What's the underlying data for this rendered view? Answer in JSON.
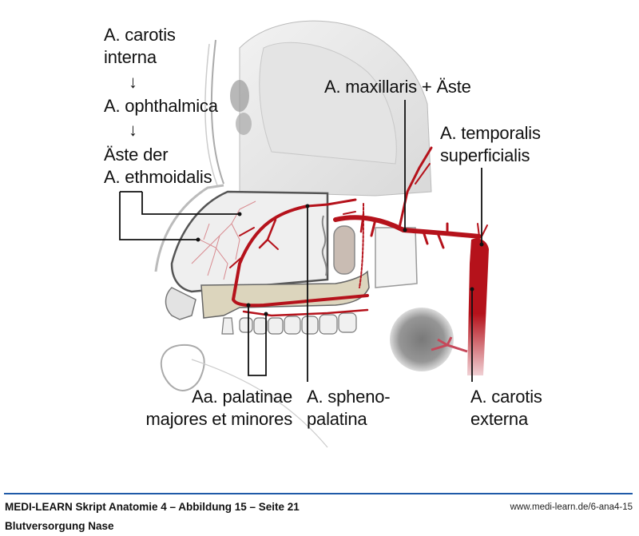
{
  "figure": {
    "subject": "Blood supply of the nose (sagittal section)",
    "artery_color": "#b5121b",
    "labels": {
      "carotis_interna_chain": {
        "line1": "A. carotis",
        "line2": "interna",
        "arrow1": "↓",
        "line3": "A. ophthalmica",
        "arrow2": "↓",
        "line4": "Äste der",
        "line5": "A. ethmoidalis"
      },
      "maxillaris": "A. maxillaris + Äste",
      "temporalis": {
        "line1": "A. temporalis",
        "line2": "superficialis"
      },
      "palatinae": {
        "line1": "Aa. palatinae",
        "line2": "majores et minores"
      },
      "sphenopalatina": {
        "line1": "A. spheno-",
        "line2": "palatina"
      },
      "carotis_externa": {
        "line1": "A. carotis",
        "line2": "externa"
      }
    }
  },
  "footer": {
    "title": "MEDI-LEARN Skript Anatomie 4 – Abbildung 15 – Seite 21",
    "url": "www.medi-learn.de/6-ana4-15",
    "subtitle": "Blutversorgung Nase",
    "rule_color": "#1f5aa8"
  }
}
